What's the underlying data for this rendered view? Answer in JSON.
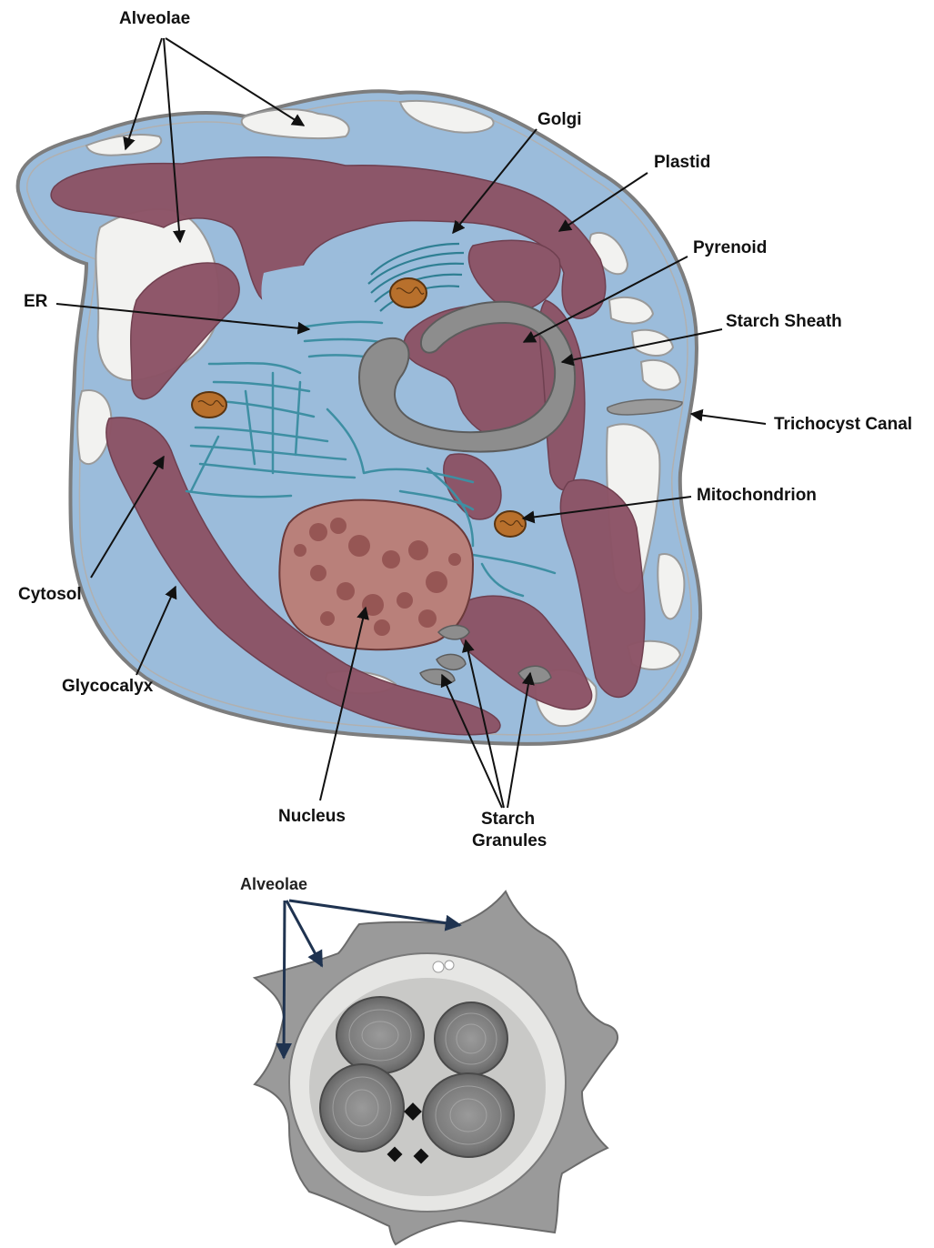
{
  "colors": {
    "cytosol": "#9bbcdb",
    "membrane": "#8a8a8a",
    "plastid": "#8c5366",
    "alveolae": "#f2f2f0",
    "nucleus": "#b9807a",
    "nucleus_dark": "#7a3a3a",
    "starch": "#8d8d8d",
    "mitochondrion": "#b8702c",
    "er_golgi": "#3e8fa3",
    "arrow": "#111111",
    "arrow_micrograph": "#1f3350"
  },
  "labels": {
    "alveolae_top": "Alveolae",
    "golgi": "Golgi",
    "plastid": "Plastid",
    "pyrenoid": "Pyrenoid",
    "er": "ER",
    "starch_sheath": "Starch Sheath",
    "trichocyst_canal": "Trichocyst Canal",
    "mitochondrion": "Mitochondrion",
    "cytosol": "Cytosol",
    "glycocalyx": "Glycocalyx",
    "nucleus": "Nucleus",
    "starch_granules_1": "Starch",
    "starch_granules_2": "Granules",
    "alveolae_micrograph": "Alveolae"
  }
}
